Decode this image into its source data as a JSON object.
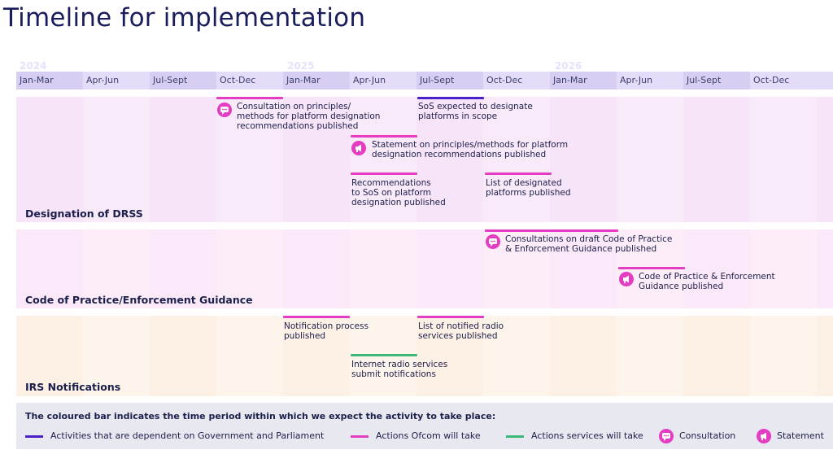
{
  "title": "Timeline for implementation",
  "years": [
    "2024",
    "2025",
    "2026"
  ],
  "quarters": [
    "Jan-Mar",
    "Apr-Jun",
    "Jul-Sept",
    "Oct-Dec",
    "Jan-Mar",
    "Apr-Jun",
    "Jul-Sept",
    "Oct-Dec",
    "Jan-Mar",
    "Apr-Jun",
    "Jul-Sept",
    "Oct-Dec"
  ],
  "bands": [
    {
      "label": "Designation of DRSS",
      "items": [
        {
          "text": "Consultation on principles/\nmethods for platform designation\nrecommendations published",
          "type": "ofcom",
          "icon": "consultation"
        },
        {
          "text": "SoS expected to designate\nplatforms in scope",
          "type": "government",
          "icon": ""
        },
        {
          "text": "Statement on principles/methods for platform\ndesignation recommendations published",
          "type": "ofcom",
          "icon": "statement"
        },
        {
          "text": "Recommendations\nto SoS on platform\ndesignation published",
          "type": "ofcom",
          "icon": ""
        },
        {
          "text": "List of designated\nplatforms published",
          "type": "ofcom",
          "icon": ""
        }
      ]
    },
    {
      "label": "Code of Practice/Enforcement Guidance",
      "items": [
        {
          "text": "Consultations on draft Code of Practice\n& Enforcement Guidance published",
          "type": "ofcom",
          "icon": "consultation"
        },
        {
          "text": "Code of Practice & Enforcement\nGuidance published",
          "type": "ofcom",
          "icon": "statement"
        }
      ]
    },
    {
      "label": "IRS Notifications",
      "items": [
        {
          "text": "Notification process\npublished",
          "type": "ofcom",
          "icon": ""
        },
        {
          "text": "List of notified radio\nservices published",
          "type": "ofcom",
          "icon": ""
        },
        {
          "text": "Internet radio services\nsubmit notifications",
          "type": "services",
          "icon": ""
        }
      ]
    }
  ],
  "legend": {
    "title": "The coloured bar indicates the time period within which we expect the activity to take place:",
    "entries": [
      {
        "label": "Activities that are dependent on Government and Parliament",
        "kind": "line",
        "color": "#4b1fc9"
      },
      {
        "label": "Actions Ofcom will take",
        "kind": "line",
        "color": "#e43dc3"
      },
      {
        "label": "Actions services will take",
        "kind": "line",
        "color": "#3cb878"
      },
      {
        "label": "Consultation",
        "kind": "icon",
        "icon": "consultation"
      },
      {
        "label": "Statement",
        "kind": "icon",
        "icon": "statement"
      }
    ]
  },
  "colors": {
    "government": "#4b1fc9",
    "ofcom": "#e43dc3",
    "services": "#3cb878",
    "header": "#e4dcf8",
    "band_designation": "#f7e4f8",
    "band_code": "#fbe8f8",
    "band_irs": "#fdf1e6"
  },
  "icons": {
    "consultation": "consultation-icon",
    "statement": "statement-icon"
  }
}
